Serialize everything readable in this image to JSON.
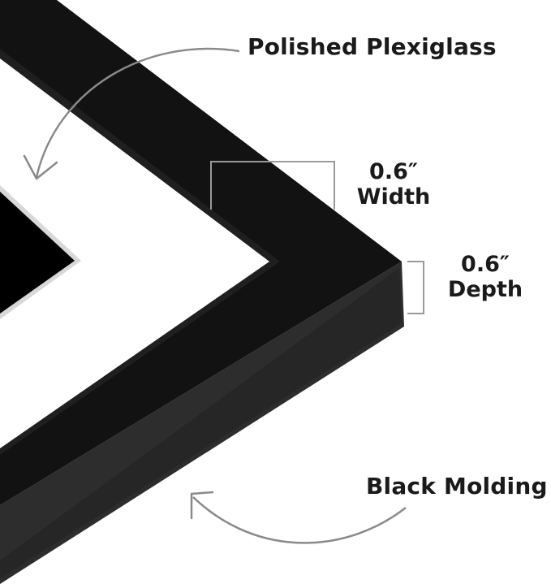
{
  "annotations": {
    "plexiglass": "Polished Plexiglass",
    "width_value": "0.6″",
    "width_label": "Width",
    "depth_value": "0.6″",
    "depth_label": "Depth",
    "molding": "Black Molding"
  },
  "colors": {
    "frame_face": "#121212",
    "frame_side": "#2a2a2a",
    "mat": "#ffffff",
    "artwork": "#000000",
    "annotation_lines": "#8a8a8a",
    "text": "#1a1a1a"
  }
}
